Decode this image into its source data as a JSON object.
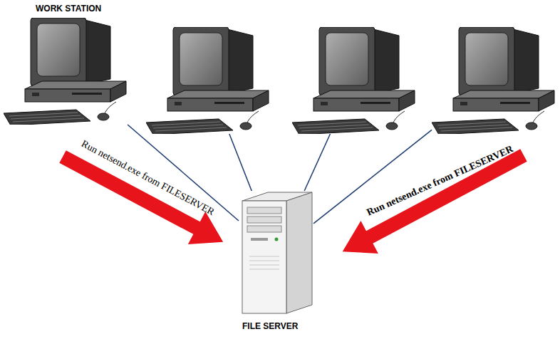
{
  "diagram": {
    "nodes": [
      {
        "text": [
          "WORK STATION"
        ]
      },
      {
        "text": []
      },
      {
        "text": []
      },
      {
        "text": []
      },
      {
        "text": [
          "FILE SERVER"
        ]
      }
    ],
    "edges": [
      {
        "from": 0,
        "to": 4,
        "arrow": "none"
      },
      {
        "from": 1,
        "to": 4,
        "arrow": "none"
      },
      {
        "from": 2,
        "to": 4,
        "arrow": "none"
      },
      {
        "from": 3,
        "to": 4,
        "arrow": "none"
      }
    ],
    "labels": [
      "Run netsend.exe from FILESERVER",
      "Run netsend.exe from FILESERVER"
    ]
  }
}
